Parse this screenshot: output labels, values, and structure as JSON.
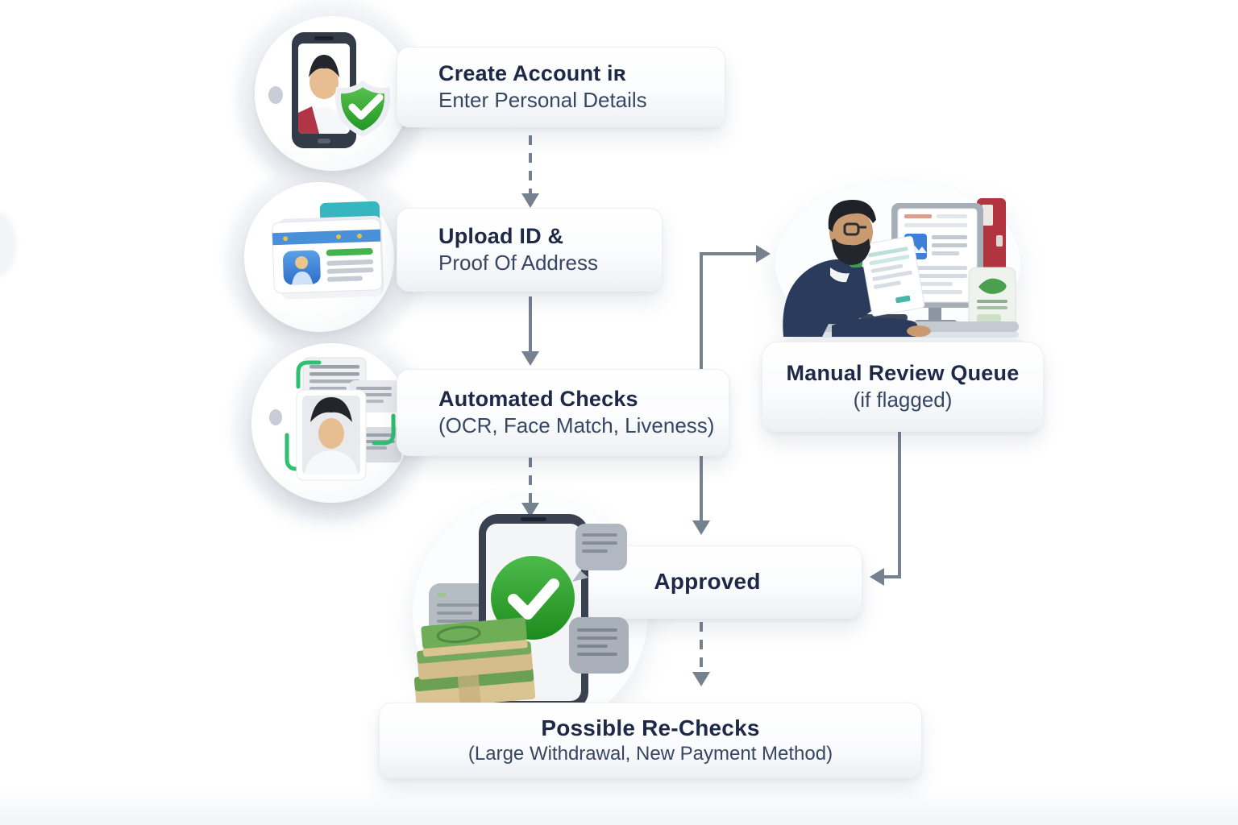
{
  "diagram": {
    "subject": "KYC identity verification flow",
    "steps": {
      "create_account": {
        "title": "Create Account iʀ",
        "subtitle": "Enter Personal Details"
      },
      "upload_id": {
        "title": "Upload ID &",
        "subtitle": "Proof Of Address"
      },
      "automated_checks": {
        "title": "Automated Checks",
        "subtitle": "(OCR, Face Match, Liveness)"
      },
      "manual_review": {
        "title": "Manual Review Queue",
        "subtitle": "(if flagged)"
      },
      "approved": {
        "title": "Approved"
      },
      "possible_rechecks": {
        "title": "Possible Re-Checks",
        "subtitle": "(Large Withdrawal, New Payment Method)"
      }
    },
    "edges": [
      {
        "from": "create_account",
        "to": "upload_id",
        "style": "dashed"
      },
      {
        "from": "upload_id",
        "to": "automated_checks",
        "style": "solid"
      },
      {
        "from": "upload_id",
        "to": "manual_review",
        "style": "solid"
      },
      {
        "from": "automated_checks",
        "to": "approved",
        "style": "dashed"
      },
      {
        "from": "manual_review",
        "to": "approved",
        "style": "solid"
      },
      {
        "from": "approved",
        "to": "possible_rechecks",
        "style": "dashed"
      }
    ],
    "icons": {
      "create_account": "phone-selfie-shield-check-icon",
      "upload_id": "id-card-documents-icon",
      "automated_checks": "face-scan-documents-icon",
      "manual_review": "reviewer-at-desk-illustration",
      "approved": "phone-check-money-illustration"
    },
    "colors": {
      "title_text": "#1d2947",
      "subtitle_text": "#374763",
      "arrow": "#76818f",
      "success_green": "#2f9e2f",
      "shield_green": "#3cb043",
      "accent_blue": "#3d7fd9",
      "accent_teal": "#38b6c0",
      "accent_red": "#b23441"
    }
  }
}
